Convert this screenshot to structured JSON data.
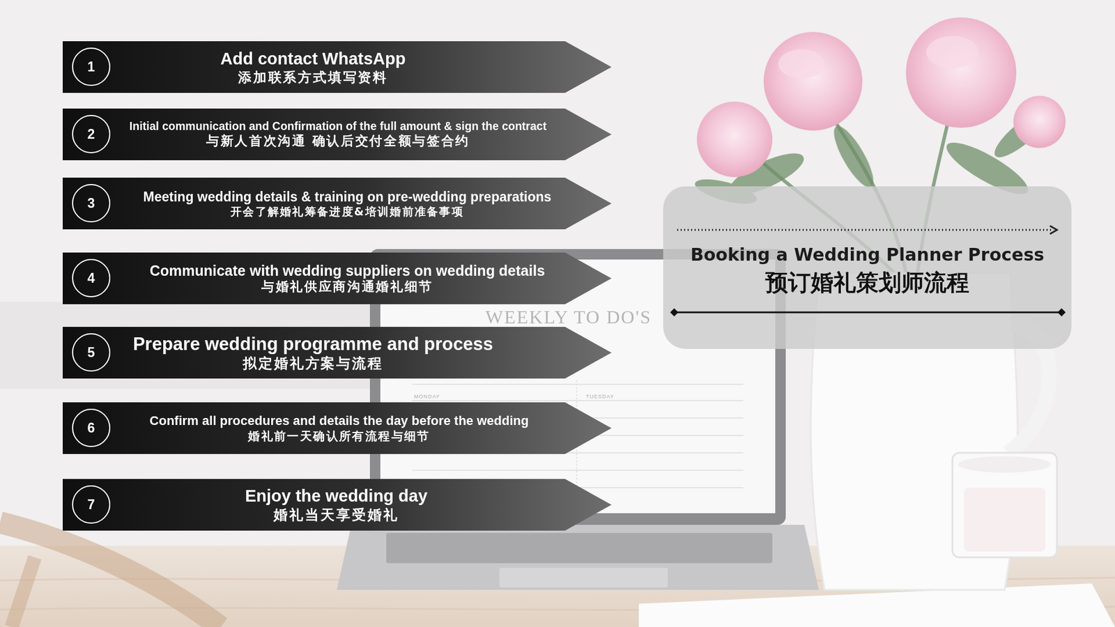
{
  "diagram": {
    "nodes": [
      {
        "text": [
          "Add contact WhatsApp",
          "添加联系方式填写资料"
        ]
      },
      {
        "text": [
          "1"
        ],
        "in": 0
      },
      {
        "text": [
          "Initial communication and Confirmation of the full amount & sign the contract",
          "与新人首次沟通 确认后交付全额与签合约"
        ]
      },
      {
        "text": [
          "2"
        ],
        "in": 2
      },
      {
        "text": [
          "Meeting wedding details & training on pre-wedding preparations",
          "开会了解婚礼筹备进度&培训婚前准备事项"
        ]
      },
      {
        "text": [
          "3"
        ],
        "in": 4
      },
      {
        "text": [
          "Communicate with wedding suppliers on wedding details",
          "与婚礼供应商沟通婚礼细节"
        ]
      },
      {
        "text": [
          "4"
        ],
        "in": 6
      },
      {
        "text": [
          "Prepare wedding programme and process",
          "拟定婚礼方案与流程"
        ]
      },
      {
        "text": [
          "5"
        ],
        "in": 8
      },
      {
        "text": [
          "Confirm all procedures and details the day before the wedding",
          "婚礼前一天确认所有流程与细节"
        ]
      },
      {
        "text": [
          "6"
        ],
        "in": 10
      },
      {
        "text": [
          "Enjoy the wedding day",
          "婚礼当天享受婚礼"
        ]
      },
      {
        "text": [
          "7"
        ],
        "in": 12
      },
      {
        "text": [
          "Booking a Wedding Planner Process",
          "预订婚礼策划师流程"
        ]
      }
    ],
    "labels": [
      "WEEKLY TO DO'S",
      "MONDAY",
      "TUESDAY"
    ]
  }
}
